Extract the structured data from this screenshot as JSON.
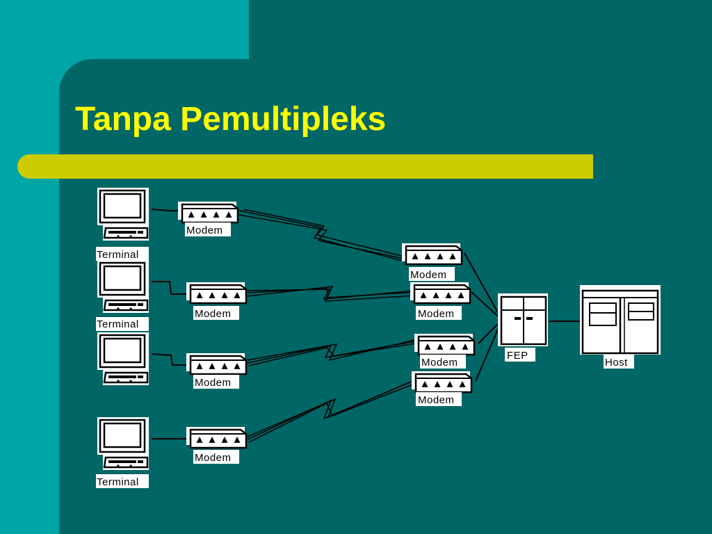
{
  "slide": {
    "title": "Tanpa Pemultipleks",
    "colors": {
      "background": "#006666",
      "accent_block": "#00A6A6",
      "title_text": "#FFFF00",
      "title_bar": "#CCCC00"
    }
  },
  "diagram": {
    "terminals": [
      {
        "label": "Terminal"
      },
      {
        "label": "Terminal"
      },
      {
        "label": ""
      },
      {
        "label": "Terminal"
      }
    ],
    "left_modems": [
      {
        "label": "Modem"
      },
      {
        "label": "Modem"
      },
      {
        "label": "Modem"
      },
      {
        "label": "Modem"
      }
    ],
    "right_modems": [
      {
        "label": "Modem"
      },
      {
        "label": "Modem"
      },
      {
        "label": "Modem"
      },
      {
        "label": "Modem"
      }
    ],
    "fep": {
      "label": "FEP"
    },
    "host": {
      "label": "Host"
    }
  }
}
